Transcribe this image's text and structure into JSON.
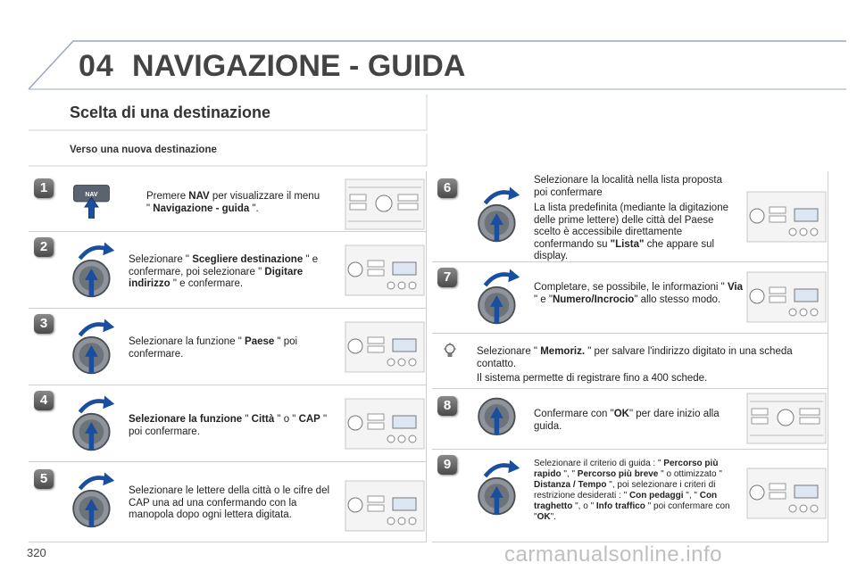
{
  "header": {
    "chapter_number": "04",
    "chapter_title": "NAVIGAZIONE - GUIDA"
  },
  "section_title": "Scelta di una destinazione",
  "subsection_title": "Verso una nuova destinazione",
  "page_number": "320",
  "watermark": "carmanualsonline.info",
  "nav_key_label": "NAV",
  "steps": [
    {
      "num": "1",
      "parts": [
        [
          "Premere ",
          false
        ],
        [
          "NAV",
          true
        ],
        [
          " per visualizzare il menu \" ",
          false
        ],
        [
          "Navigazione - guida",
          true
        ],
        [
          " \".",
          false
        ]
      ]
    },
    {
      "num": "2",
      "parts": [
        [
          "Selezionare \" ",
          false
        ],
        [
          "Scegliere destinazione",
          true
        ],
        [
          " \" e confermare, poi selezionare \" ",
          false
        ],
        [
          "Digitare indirizzo",
          true
        ],
        [
          " \" e confermare.",
          false
        ]
      ]
    },
    {
      "num": "3",
      "parts": [
        [
          "Selezionare la funzione \" ",
          false
        ],
        [
          "Paese",
          true
        ],
        [
          " \" poi confermare.",
          false
        ]
      ]
    },
    {
      "num": "4",
      "parts": [
        [
          "Selezionare la funzione",
          true
        ],
        [
          " \" ",
          false
        ],
        [
          "Città",
          true
        ],
        [
          " \" o \" ",
          false
        ],
        [
          "CAP",
          true
        ],
        [
          " \" poi confermare.",
          false
        ]
      ]
    },
    {
      "num": "5",
      "parts": [
        [
          "Selezionare le lettere della città o le cifre del CAP una ad una confermando con la manopola dopo ogni lettera digitata.",
          false
        ]
      ]
    },
    {
      "num": "6",
      "parts": [
        [
          "Selezionare la località nella lista proposta poi confermare",
          false
        ]
      ],
      "parts2": [
        [
          "La lista predefinita (mediante la digitazione delle prime lettere) delle città del Paese scelto è accessibile direttamente confermando su ",
          false
        ],
        [
          "\"Lista\"",
          true
        ],
        [
          " che appare sul display.",
          false
        ]
      ]
    },
    {
      "num": "7",
      "parts": [
        [
          "Completare, se possibile, le informazioni \" ",
          false
        ],
        [
          "Via",
          true
        ],
        [
          " \" e \"",
          false
        ],
        [
          "Numero/Incrocio",
          true
        ],
        [
          "\" allo stesso modo.",
          false
        ]
      ]
    },
    {
      "num": "tip",
      "parts": [
        [
          "Selezionare \" ",
          false
        ],
        [
          "Memoriz.",
          true
        ],
        [
          " \" per salvare l'indirizzo digitato in una scheda contatto.",
          false
        ]
      ],
      "parts2": [
        [
          "Il sistema permette di registrare fino a 400 schede.",
          false
        ]
      ]
    },
    {
      "num": "8",
      "parts": [
        [
          "Confermare con \"",
          false
        ],
        [
          "OK",
          true
        ],
        [
          "\" per dare inizio alla guida.",
          false
        ]
      ]
    },
    {
      "num": "9",
      "parts": [
        [
          "Selezionare il criterio di guida : \" ",
          false
        ],
        [
          "Percorso più rapido",
          true
        ],
        [
          " \", \" ",
          false
        ],
        [
          "Percorso più breve",
          true
        ],
        [
          " \" o ottimizzato \" ",
          false
        ],
        [
          "Distanza / Tempo",
          true
        ],
        [
          " \", poi selezionare i criteri di restrizione desiderati : \" ",
          false
        ],
        [
          "Con pedaggi",
          true
        ],
        [
          " \", \" ",
          false
        ],
        [
          "Con traghetto",
          true
        ],
        [
          " \", o \" ",
          false
        ],
        [
          "Info traffico",
          true
        ],
        [
          " \" poi confermare con \"",
          false
        ],
        [
          "OK",
          true
        ],
        [
          "\".",
          false
        ]
      ]
    }
  ],
  "colors": {
    "accent_blue": "#1a4fa0",
    "header_line": "#9aa8c0",
    "text": "#222222"
  }
}
